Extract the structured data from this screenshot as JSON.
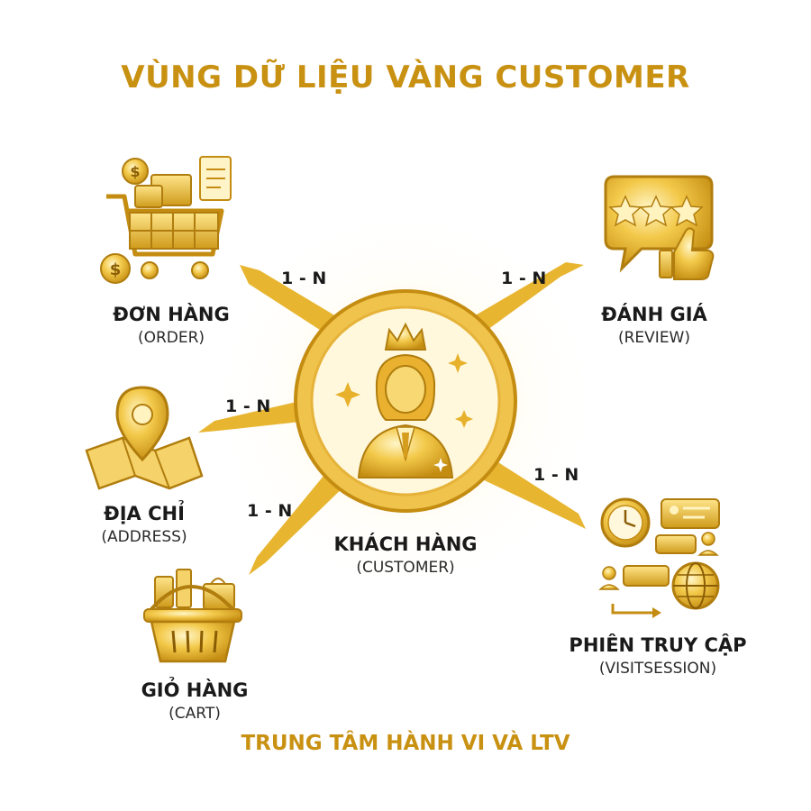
{
  "title": "VÙNG DỮ LIỆU VÀNG CUSTOMER",
  "footer": "TRUNG TÂM HÀNH VI VÀ LTV",
  "center": {
    "label": "KHÁCH HÀNG",
    "sub": "(CUSTOMER)",
    "icon": "customer-crown-icon"
  },
  "nodes": [
    {
      "id": "order",
      "label": "ĐƠN HÀNG",
      "sub": "(ORDER)",
      "relation": "1 - N",
      "icon": "shopping-cart-icon"
    },
    {
      "id": "review",
      "label": "ĐÁNH GIÁ",
      "sub": "(REVIEW)",
      "relation": "1 - N",
      "icon": "review-thumbs-up-icon"
    },
    {
      "id": "address",
      "label": "ĐỊA CHỈ",
      "sub": "(ADDRESS)",
      "relation": "1 - N",
      "icon": "map-pin-icon"
    },
    {
      "id": "visitsession",
      "label": "PHIÊN TRUY CẬP",
      "sub": "(VISITSESSION)",
      "relation": "1 - N",
      "icon": "visit-session-icon"
    },
    {
      "id": "cart",
      "label": "GIỎ HÀNG",
      "sub": "(CART)",
      "relation": "1 - N",
      "icon": "shopping-basket-icon"
    }
  ],
  "colors": {
    "gold": "#d9a520",
    "gold_light": "#f7dc7a",
    "gold_dark": "#b07d0e",
    "text": "#1a1a1a"
  }
}
